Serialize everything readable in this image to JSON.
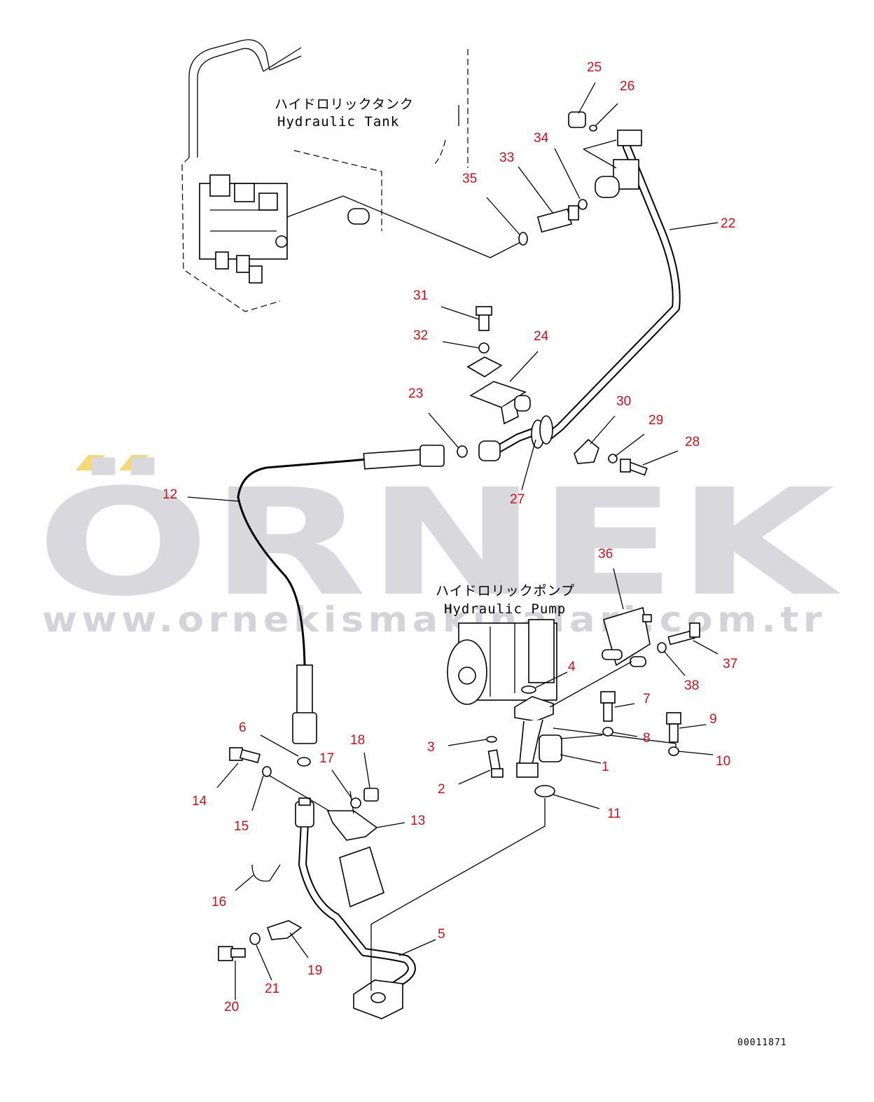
{
  "watermark": {
    "brand": "ÖRNEK",
    "url": "www.ornekismakinalari.com.tr",
    "accent_color": "#f5d77a",
    "text_color": "#d9d9dd"
  },
  "labels": {
    "tank_jp": "ハイドロリックタンク",
    "tank_en": "Hydraulic Tank",
    "pump_jp": "ハイドロリックポンプ",
    "pump_en": "Hydraulic Pump"
  },
  "drawing_code": "00011871",
  "callout_color": "#c0141c",
  "callouts": [
    "1",
    "2",
    "3",
    "4",
    "5",
    "6",
    "7",
    "8",
    "9",
    "10",
    "11",
    "12",
    "13",
    "14",
    "15",
    "16",
    "17",
    "18",
    "19",
    "20",
    "21",
    "22",
    "23",
    "24",
    "25",
    "26",
    "27",
    "28",
    "29",
    "30",
    "31",
    "32",
    "33",
    "34",
    "35",
    "36",
    "37",
    "38"
  ]
}
